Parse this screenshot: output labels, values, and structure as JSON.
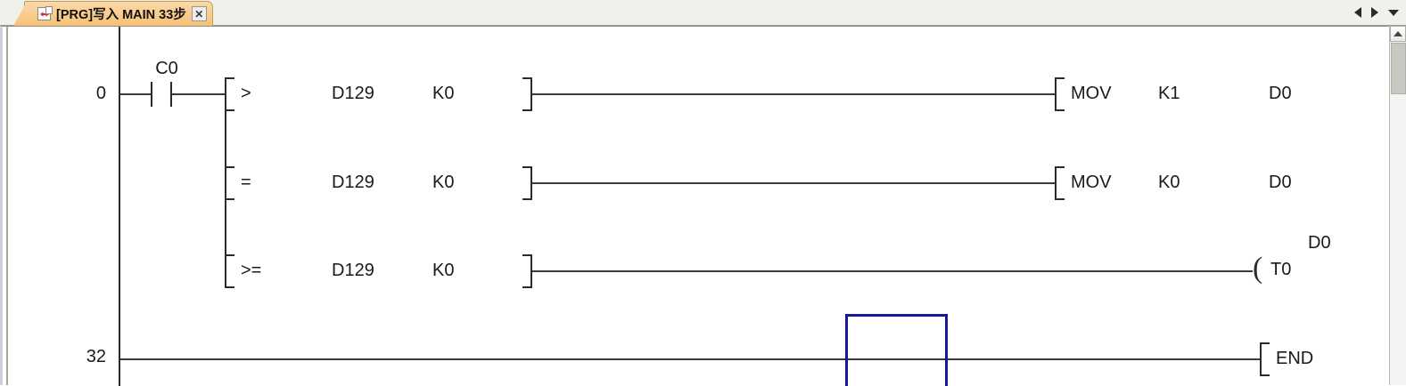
{
  "window": {
    "tab": {
      "icon": "write-program-icon",
      "title": "[PRG]写入 MAIN 33步",
      "close_label": "✕"
    },
    "tab_nav": {
      "prev_label": "prev-tab",
      "next_label": "next-tab",
      "menu_label": "tab-list-menu"
    }
  },
  "ladder": {
    "steps": [
      {
        "number": "0"
      },
      {
        "number": "32"
      }
    ],
    "contacts": [
      {
        "name": "C0",
        "type": "normally-open"
      }
    ],
    "rungs": [
      {
        "step": "0",
        "condition": {
          "operator": ">",
          "operand1": "D129",
          "operand2": "K0"
        },
        "output": {
          "instruction": "MOV",
          "operand1": "K1",
          "operand2": "D0"
        }
      },
      {
        "step": "",
        "condition": {
          "operator": "=",
          "operand1": "D129",
          "operand2": "K0"
        },
        "output": {
          "instruction": "MOV",
          "operand1": "K0",
          "operand2": "D0"
        }
      },
      {
        "step": "",
        "condition": {
          "operator": ">=",
          "operand1": "D129",
          "operand2": "K0"
        },
        "output": {
          "coil": "T0",
          "preset": "D0"
        }
      },
      {
        "step": "32",
        "output": {
          "instruction": "END"
        }
      }
    ],
    "cursor": {
      "visible": true,
      "color": "#17179e"
    }
  },
  "scrollbar": {
    "up_arrow": "scroll-up-arrow"
  }
}
